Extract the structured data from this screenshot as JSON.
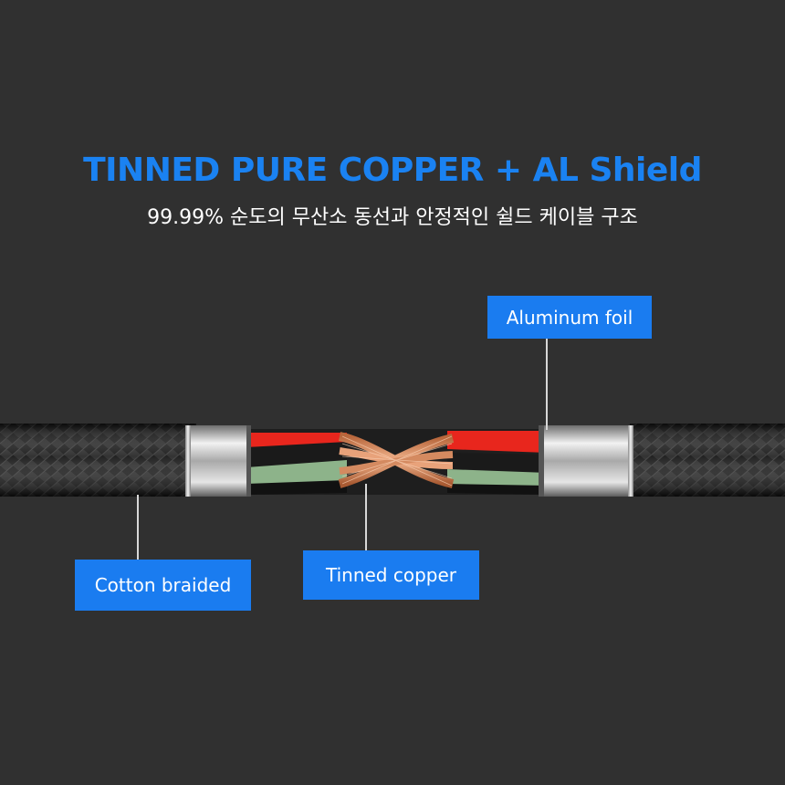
{
  "header": {
    "title": "TINNED PURE COPPER + AL Shield",
    "subtitle": "99.99% 순도의 무산소 동선과 안정적인 쉴드 케이블 구조"
  },
  "callouts": {
    "aluminum_foil": "Aluminum foil",
    "cotton_braided": "Cotton braided",
    "tinned_copper": "Tinned copper"
  },
  "colors": {
    "background": "#303030",
    "accent_blue": "#1a7cf0",
    "wire_red": "#e8261d",
    "wire_black": "#1a1a1a",
    "wire_green": "#8db38a",
    "copper": "#d98a5c",
    "ferrule_silver": "#d0d0d0"
  }
}
